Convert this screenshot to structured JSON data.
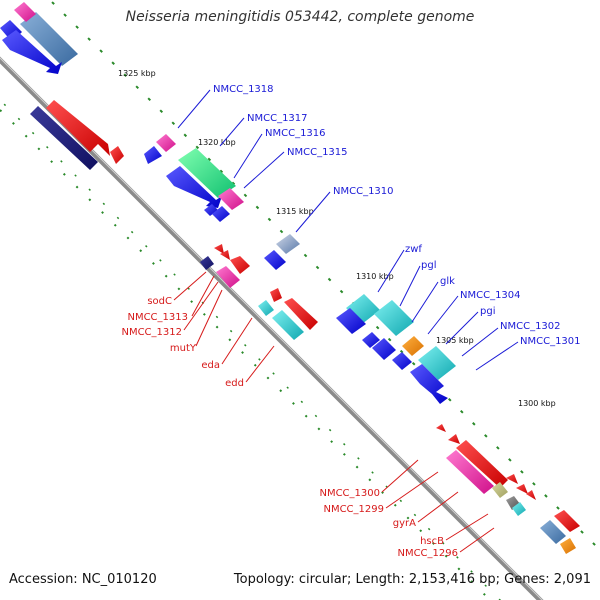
{
  "title": "Neisseria meningitidis 053442, complete genome",
  "footer": {
    "accession": "Accession: NC_010120",
    "topology": "Topology: circular; Length: 2,153,416 bp; Genes: 2,091"
  },
  "scale_ticks": [
    "1325 kbp",
    "1320 kbp",
    "1315 kbp",
    "1310 kbp",
    "1305 kbp",
    "1300 kbp"
  ],
  "gene_labels_forward": [
    "NMCC_1318",
    "NMCC_1317",
    "NMCC_1316",
    "NMCC_1315",
    "NMCC_1310",
    "zwf",
    "pgl",
    "glk",
    "NMCC_1304",
    "pgi",
    "NMCC_1302",
    "NMCC_1301"
  ],
  "gene_labels_reverse": [
    "sodC",
    "NMCC_1313",
    "NMCC_1312",
    "mutY",
    "eda",
    "edd",
    "NMCC_1300",
    "NMCC_1299",
    "gyrA",
    "hscB",
    "NMCC_1296"
  ],
  "colors": {
    "forward_label": "#1a1ad6",
    "reverse_label": "#d61a1a",
    "backbone": "#8a8a8a",
    "tick": "#2a8a2a"
  }
}
